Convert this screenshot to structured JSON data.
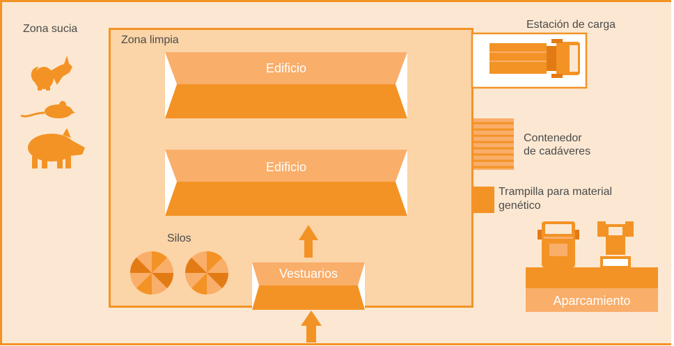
{
  "labels": {
    "dirty_zone": "Zona sucia",
    "clean_zone": "Zona limpia",
    "building_1": "Edificio",
    "building_2": "Edificio",
    "silos": "Silos",
    "changing_rooms": "Vestuarios",
    "loading_station": "Estación de carga",
    "carcass_container_line1": "Contenedor",
    "carcass_container_line2": "de cadáveres",
    "genetic_hatch_line1": "Trampilla para material",
    "genetic_hatch_line2": "genético",
    "parking": "Aparcamiento"
  },
  "icons": [
    "fox-icon",
    "mouse-icon",
    "wild-boar-icon",
    "truck-icon",
    "tractor-icon",
    "arrow-up-icon"
  ],
  "colors": {
    "accent": "#f39325",
    "light_accent": "#f9ae6a",
    "dirty_zone_bg": "#fce8d2",
    "clean_zone_bg": "#fbd4a8",
    "text": "#4a4a4a"
  }
}
